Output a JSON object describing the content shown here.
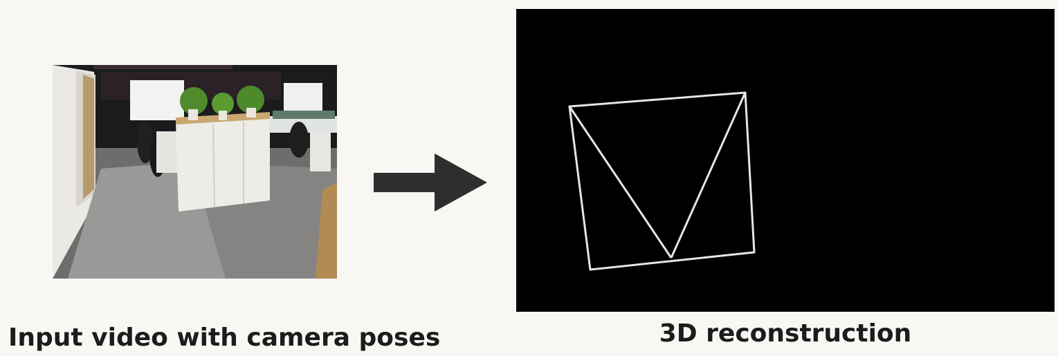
{
  "input_panel": {
    "caption": "Input video with camera poses",
    "image_subject": "office-interior-photo"
  },
  "transition": {
    "icon": "right-arrow-icon",
    "color": "#2e2e2e"
  },
  "output_panel": {
    "caption": "3D reconstruction",
    "background": "#000000",
    "frustum_color": "#e6e6e6"
  }
}
